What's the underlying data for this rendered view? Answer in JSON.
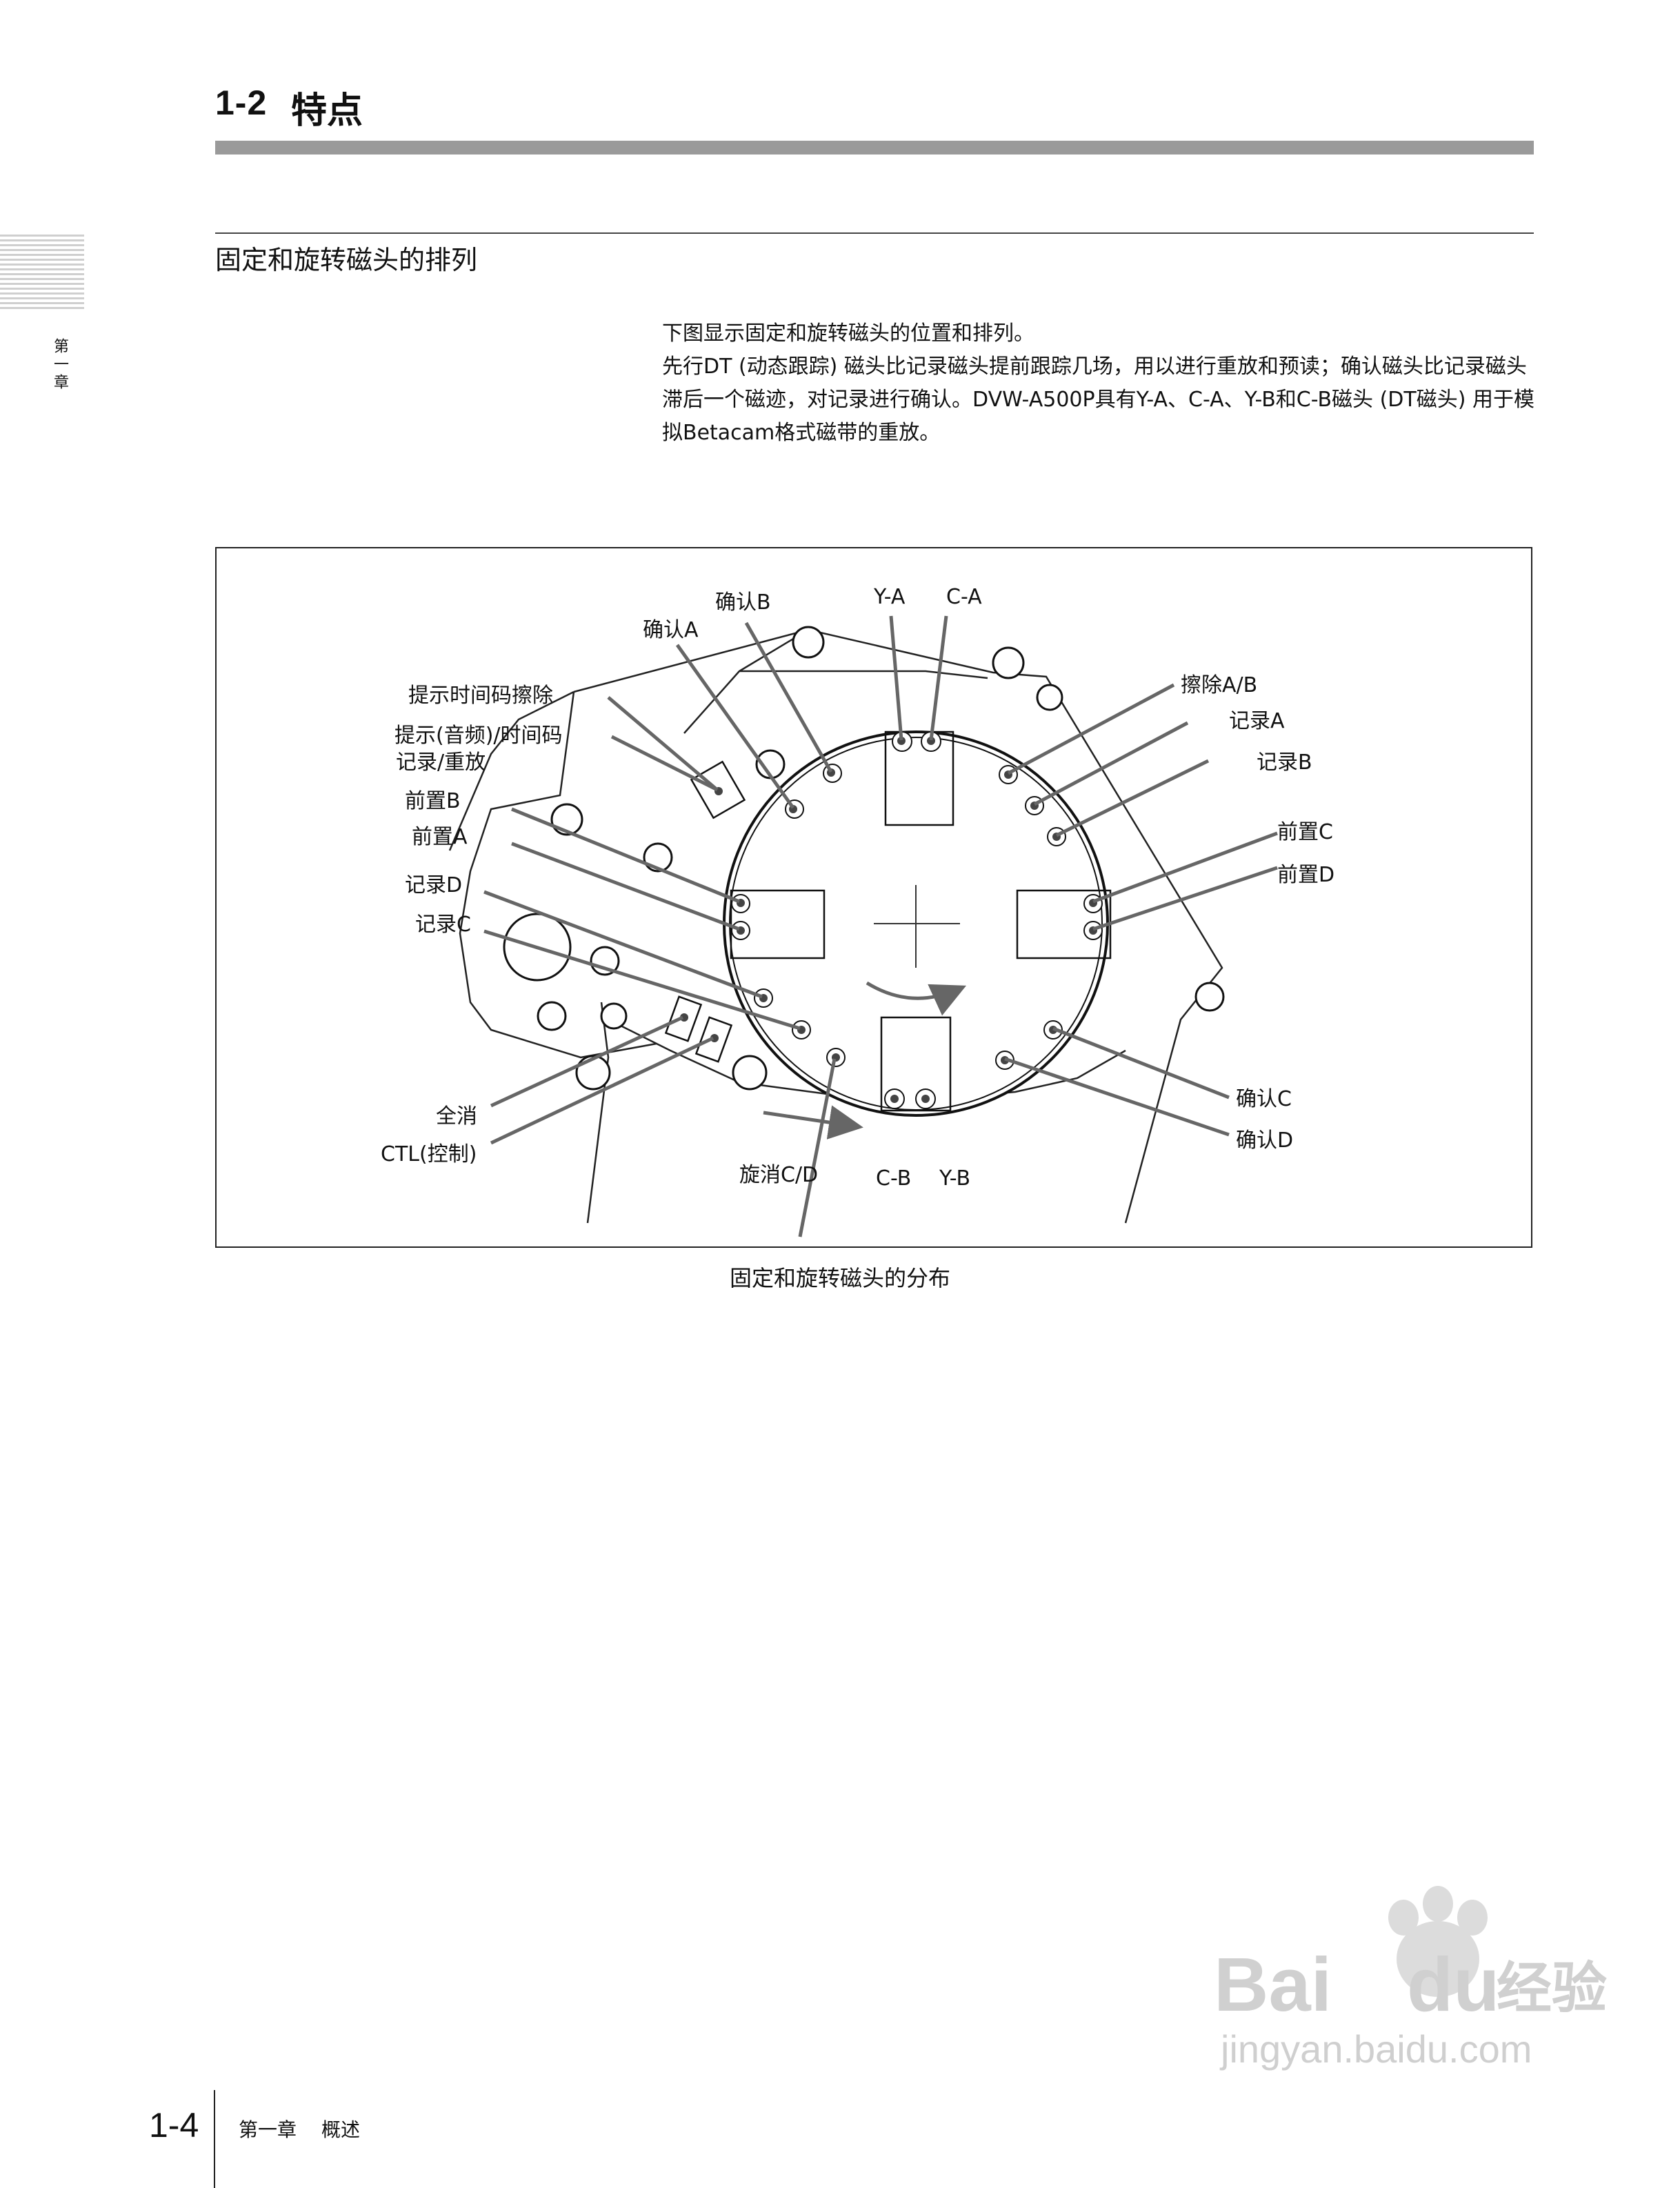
{
  "header": {
    "section_number": "1-2",
    "section_title": "特点"
  },
  "side": {
    "chapter": "第一章"
  },
  "subheading": "固定和旋转磁头的排列",
  "intro": {
    "p1": "下图显示固定和旋转磁头的位置和排列。",
    "p2": "先行DT (动态跟踪) 磁头比记录磁头提前跟踪几场，用以进行重放和预读；确认磁头比记录磁头滞后一个磁迹，对记录进行确认。DVW-A500P具有Y-A、C-A、Y-B和C-B磁头 (DT磁头) 用于模拟Betacam格式磁带的重放。"
  },
  "figure": {
    "labels": {
      "confirm_b": "确认B",
      "y_a": "Y-A",
      "c_a": "C-A",
      "confirm_a": "确认A",
      "cue_tc_erase": "提示时间码擦除",
      "cue_audio_tc": "提示(音频)/时间码",
      "rec_play": "记录/重放",
      "advance_b": "前置B",
      "advance_a": "前置A",
      "record_d": "记录D",
      "record_c": "记录C",
      "full_erase": "全消",
      "ctl": "CTL(控制)",
      "rotary_erase_cd": "旋消C/D",
      "c_b": "C-B",
      "y_b": "Y-B",
      "erase_ab": "擦除A/B",
      "record_a": "记录A",
      "record_b": "记录B",
      "advance_c": "前置C",
      "advance_d": "前置D",
      "confirm_c": "确认C",
      "confirm_d": "确认D"
    },
    "caption": "固定和旋转磁头的分布"
  },
  "footer": {
    "page_number": "1-4",
    "chapter": "第一章",
    "title": "概述"
  },
  "watermark": {
    "brand": "Bai",
    "brand2": "du",
    "service": "经验",
    "url": "jingyan.baidu.com"
  }
}
